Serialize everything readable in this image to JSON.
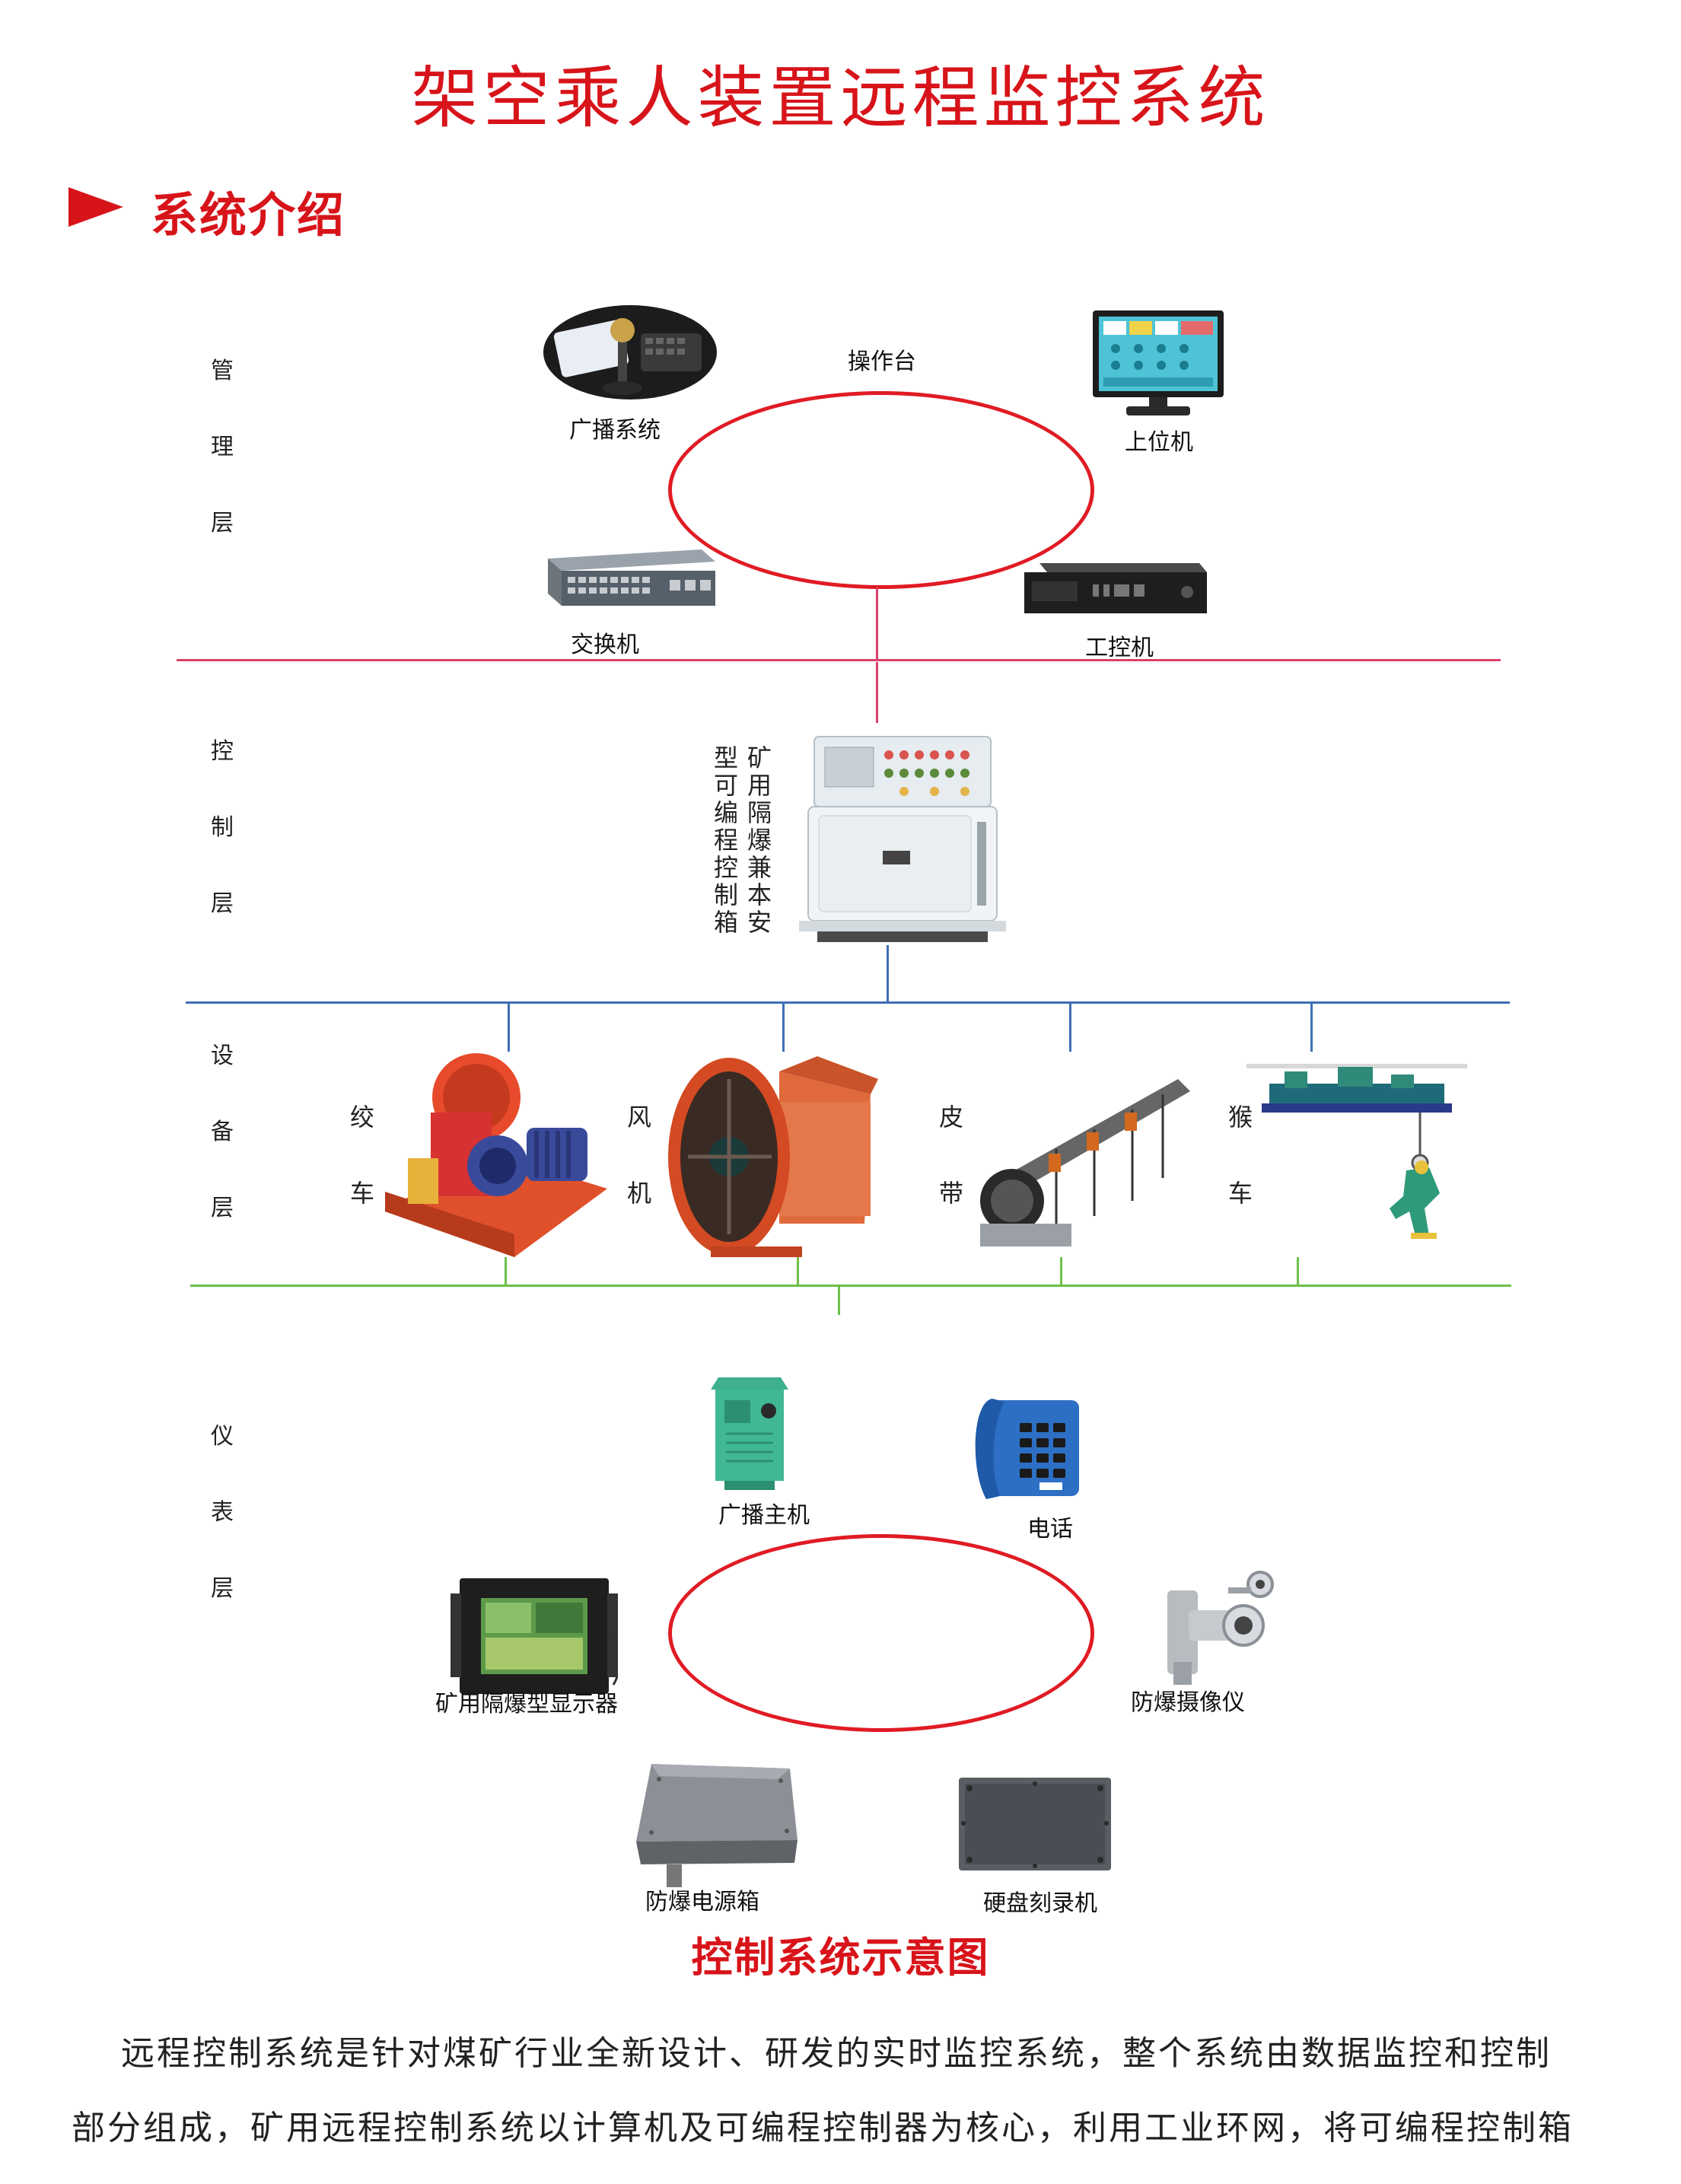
{
  "title": "架空乘人装置远程监控系统",
  "section": {
    "title": "系统介绍"
  },
  "layers": {
    "management": [
      "管",
      "理",
      "层"
    ],
    "control": [
      "控",
      "制",
      "层"
    ],
    "equipment": [
      "设",
      "备",
      "层"
    ],
    "instrument": [
      "仪",
      "表",
      "层"
    ]
  },
  "management": {
    "console_label": "操作台",
    "broadcast_label": "广播系统",
    "host_label": "上位机",
    "switch_label": "交换机",
    "ipc_label": "工控机"
  },
  "control": {
    "plc_label": "矿用隔爆兼本安型可编程控制箱",
    "plc_col1": "矿用隔爆兼本安",
    "plc_col2": "型可编程控制箱"
  },
  "equipment": {
    "winch": [
      "绞",
      "车"
    ],
    "fan": [
      "风",
      "机"
    ],
    "belt": [
      "皮",
      "带"
    ],
    "monkey": [
      "猴",
      "车"
    ]
  },
  "instrument": {
    "broadcast_host_label": "广播主机",
    "phone_label": "电话",
    "display_label": "矿用隔爆型显示器",
    "camera_label": "防爆摄像仪",
    "power_label": "防爆电源箱",
    "recorder_label": "硬盘刻录机"
  },
  "figure_caption": "控制系统示意图",
  "paragraph": {
    "line1": "远程控制系统是针对煤矿行业全新设计、研发的实时监控系统，整个系统由数据监控和控制",
    "line2": "部分组成，矿用远程控制系统以计算机及可编程控制器为核心，利用工业环网，将可编程控制箱"
  },
  "colors": {
    "accent_red": "#d7141a",
    "management_line": "#d9416a",
    "control_line": "#3e6fb5",
    "equipment_line": "#6cc04a",
    "ellipse": "#e01b24"
  }
}
